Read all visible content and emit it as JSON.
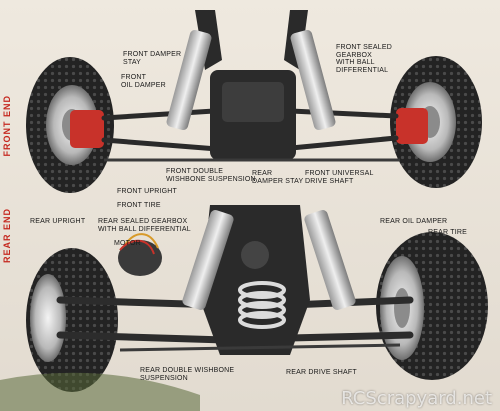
{
  "side_labels": {
    "front": "FRONT END",
    "rear": "REAR END"
  },
  "labels": {
    "front_damper_stay": "FRONT DAMPER\nSTAY",
    "front_oil_damper": "FRONT\nOIL DAMPER",
    "front_sealed_gearbox": "FRONT SEALED\nGEARBOX\nWITH BALL\nDIFFERENTIAL",
    "front_double_wishbone": "FRONT DOUBLE\nWISHBONE SUSPENSION",
    "rear_damper_stay": "REAR\nDAMPER STAY",
    "front_universal_drive_shaft": "FRONT UNIVERSAL\nDRIVE SHAFT",
    "front_upright": "FRONT UPRIGHT",
    "front_tire": "FRONT TIRE",
    "rear_upright": "REAR UPRIGHT",
    "rear_sealed_gearbox": "REAR SEALED GEARBOX\nWITH BALL DIFFERENTIAL",
    "motor": "MOTOR",
    "rear_oil_damper": "REAR OIL DAMPER",
    "rear_tire": "REAR TIRE",
    "rear_double_wishbone": "REAR DOUBLE WISHBONE\nSUSPENSION",
    "rear_drive_shaft": "REAR DRIVE SHAFT"
  },
  "watermark": "RCScrapyard.net",
  "colors": {
    "label_red": "#c5281f",
    "tire": "#1c1c1c",
    "hub_red": "#c8322a",
    "frame": "#2a2a2a"
  }
}
